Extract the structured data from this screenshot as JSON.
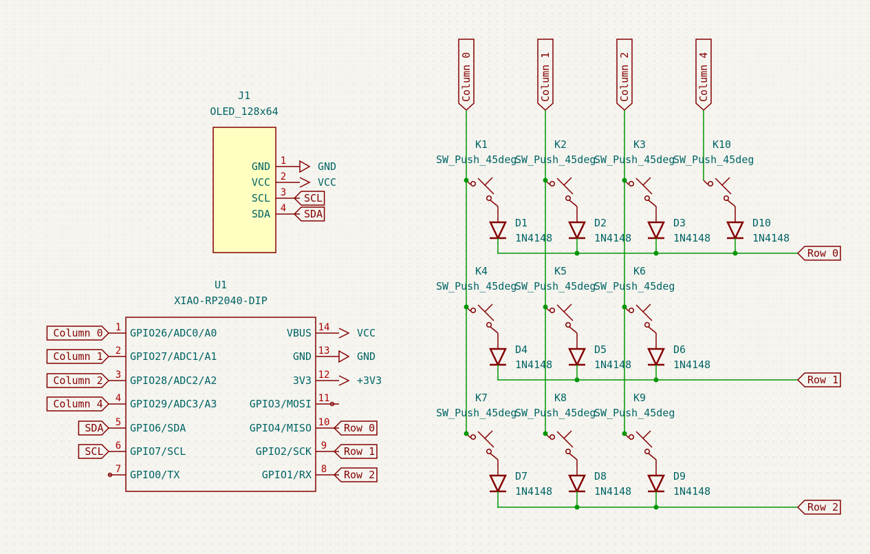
{
  "colors": {
    "background": "#f5f4ef",
    "wire": "#009600",
    "symbol": "#840000",
    "text": "#006464",
    "body_fill": "#ffffc2"
  },
  "j1": {
    "ref": "J1",
    "value": "OLED_128x64",
    "pins": [
      {
        "num": "1",
        "name": "GND",
        "net": "GND",
        "kind": "gnd"
      },
      {
        "num": "2",
        "name": "VCC",
        "net": "VCC",
        "kind": "power"
      },
      {
        "num": "3",
        "name": "SCL",
        "net": "SCL",
        "kind": "label"
      },
      {
        "num": "4",
        "name": "SDA",
        "net": "SDA",
        "kind": "label"
      }
    ]
  },
  "u1": {
    "ref": "U1",
    "value": "XIAO-RP2040-DIP",
    "left_pins": [
      {
        "num": "1",
        "name": "GPIO26/ADC0/A0",
        "net": "Column 0"
      },
      {
        "num": "2",
        "name": "GPIO27/ADC1/A1",
        "net": "Column 1"
      },
      {
        "num": "3",
        "name": "GPIO28/ADC2/A2",
        "net": "Column 2"
      },
      {
        "num": "4",
        "name": "GPIO29/ADC3/A3",
        "net": "Column 4"
      },
      {
        "num": "5",
        "name": "GPIO6/SDA",
        "net": "SDA"
      },
      {
        "num": "6",
        "name": "GPIO7/SCL",
        "net": "SCL"
      },
      {
        "num": "7",
        "name": "GPIO0/TX",
        "net": ""
      }
    ],
    "right_pins": [
      {
        "num": "14",
        "name": "VBUS",
        "net": "VCC",
        "kind": "power"
      },
      {
        "num": "13",
        "name": "GND",
        "net": "GND",
        "kind": "gnd"
      },
      {
        "num": "12",
        "name": "3V3",
        "net": "+3V3",
        "kind": "power"
      },
      {
        "num": "11",
        "name": "GPIO3/MOSI",
        "net": "",
        "kind": "nc"
      },
      {
        "num": "10",
        "name": "GPIO4/MISO",
        "net": "Row 0",
        "kind": "label"
      },
      {
        "num": "9",
        "name": "GPIO2/SCK",
        "net": "Row 1",
        "kind": "label"
      },
      {
        "num": "8",
        "name": "GPIO1/RX",
        "net": "Row 2",
        "kind": "label"
      }
    ]
  },
  "matrix": {
    "columns": [
      "Column 0",
      "Column 1",
      "Column 2",
      "Column 4"
    ],
    "rows": [
      "Row 0",
      "Row 1",
      "Row 2"
    ],
    "switches": [
      {
        "ref": "K1",
        "value": "SW_Push_45deg",
        "diode": "D1",
        "diode_value": "1N4148",
        "col": 0,
        "row": 0
      },
      {
        "ref": "K2",
        "value": "SW_Push_45deg",
        "diode": "D2",
        "diode_value": "1N4148",
        "col": 1,
        "row": 0
      },
      {
        "ref": "K3",
        "value": "SW_Push_45deg",
        "diode": "D3",
        "diode_value": "1N4148",
        "col": 2,
        "row": 0
      },
      {
        "ref": "K10",
        "value": "SW_Push_45deg",
        "diode": "D10",
        "diode_value": "1N4148",
        "col": 3,
        "row": 0
      },
      {
        "ref": "K4",
        "value": "SW_Push_45deg",
        "diode": "D4",
        "diode_value": "1N4148",
        "col": 0,
        "row": 1
      },
      {
        "ref": "K5",
        "value": "SW_Push_45deg",
        "diode": "D5",
        "diode_value": "1N4148",
        "col": 1,
        "row": 1
      },
      {
        "ref": "K6",
        "value": "SW_Push_45deg",
        "diode": "D6",
        "diode_value": "1N4148",
        "col": 2,
        "row": 1
      },
      {
        "ref": "K7",
        "value": "SW_Push_45deg",
        "diode": "D7",
        "diode_value": "1N4148",
        "col": 0,
        "row": 2
      },
      {
        "ref": "K8",
        "value": "SW_Push_45deg",
        "diode": "D8",
        "diode_value": "1N4148",
        "col": 1,
        "row": 2
      },
      {
        "ref": "K9",
        "value": "SW_Push_45deg",
        "diode": "D9",
        "diode_value": "1N4148",
        "col": 2,
        "row": 2
      }
    ]
  }
}
